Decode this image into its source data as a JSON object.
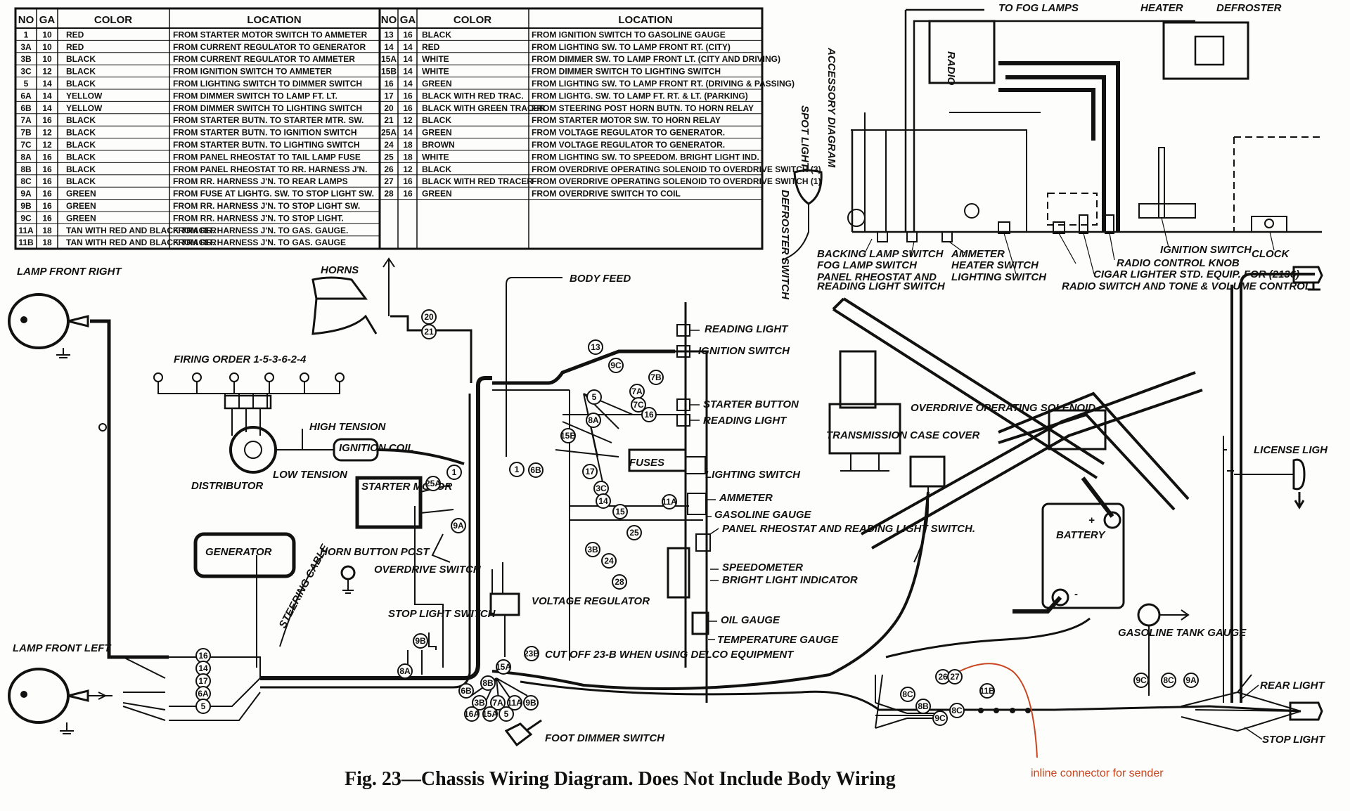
{
  "table": {
    "headers": [
      "NO",
      "GA",
      "COLOR",
      "LOCATION",
      "NO",
      "GA",
      "COLOR",
      "LOCATION"
    ],
    "left_rows": [
      [
        "1",
        "10",
        "RED",
        "FROM STARTER MOTOR SWITCH TO AMMETER"
      ],
      [
        "3A",
        "10",
        "RED",
        "FROM CURRENT REGULATOR TO GENERATOR"
      ],
      [
        "3B",
        "10",
        "BLACK",
        "FROM CURRENT REGULATOR TO AMMETER"
      ],
      [
        "3C",
        "12",
        "BLACK",
        "FROM IGNITION SWITCH TO AMMETER"
      ],
      [
        "5",
        "14",
        "BLACK",
        "FROM LIGHTING SWITCH TO DIMMER SWITCH"
      ],
      [
        "6A",
        "14",
        "YELLOW",
        "FROM DIMMER SWITCH TO LAMP FT. LT."
      ],
      [
        "6B",
        "14",
        "YELLOW",
        "FROM DIMMER SWITCH TO LIGHTING SWITCH"
      ],
      [
        "7A",
        "16",
        "BLACK",
        "FROM STARTER BUTN. TO STARTER MTR. SW."
      ],
      [
        "7B",
        "12",
        "BLACK",
        "FROM STARTER BUTN. TO IGNITION SWITCH"
      ],
      [
        "7C",
        "12",
        "BLACK",
        "FROM STARTER BUTN. TO LIGHTING SWITCH"
      ],
      [
        "8A",
        "16",
        "BLACK",
        "FROM PANEL RHEOSTAT TO TAIL LAMP FUSE"
      ],
      [
        "8B",
        "16",
        "BLACK",
        "FROM PANEL RHEOSTAT TO RR. HARNESS J'N."
      ],
      [
        "8C",
        "16",
        "BLACK",
        "FROM RR. HARNESS J'N. TO REAR LAMPS"
      ],
      [
        "9A",
        "16",
        "GREEN",
        "FROM FUSE AT LIGHTG. SW. TO STOP LIGHT SW."
      ],
      [
        "9B",
        "16",
        "GREEN",
        "FROM RR. HARNESS J'N. TO STOP LIGHT SW."
      ],
      [
        "9C",
        "16",
        "GREEN",
        "FROM RR. HARNESS J'N. TO STOP LIGHT."
      ],
      [
        "11A",
        "18",
        "TAN WITH RED AND BLACK TRACER",
        "FROM RR. HARNESS J'N. TO GAS. GAUGE."
      ],
      [
        "11B",
        "18",
        "TAN WITH RED AND BLACK TRACER",
        "FROM RR. HARNESS J'N. TO GAS. GAUGE"
      ]
    ],
    "right_rows": [
      [
        "13",
        "16",
        "BLACK",
        "FROM IGNITION SWITCH TO GASOLINE GAUGE"
      ],
      [
        "14",
        "14",
        "RED",
        "FROM LIGHTING SW. TO LAMP FRONT RT. (CITY)"
      ],
      [
        "15A",
        "14",
        "WHITE",
        "FROM DIMMER SW. TO LAMP FRONT LT. (CITY AND DRIVING)"
      ],
      [
        "15B",
        "14",
        "WHITE",
        "FROM DIMMER SWITCH TO LIGHTING SWITCH"
      ],
      [
        "16",
        "14",
        "GREEN",
        "FROM LIGHTING SW. TO LAMP FRONT RT. (DRIVING & PASSING)"
      ],
      [
        "17",
        "16",
        "BLACK WITH RED TRAC.",
        "FROM LIGHTG. SW. TO LAMP FT. RT. & LT. (PARKING)"
      ],
      [
        "20",
        "16",
        "BLACK WITH GREEN TRACER",
        "FROM STEERING POST HORN BUTN. TO HORN RELAY"
      ],
      [
        "21",
        "12",
        "BLACK",
        "FROM STARTER MOTOR SW. TO HORN RELAY"
      ],
      [
        "25A",
        "14",
        "GREEN",
        "FROM VOLTAGE REGULATOR TO GENERATOR."
      ],
      [
        "24",
        "18",
        "BROWN",
        "FROM VOLTAGE REGULATOR TO GENERATOR."
      ],
      [
        "25",
        "18",
        "WHITE",
        "FROM LIGHTING SW. TO SPEEDOM. BRIGHT LIGHT IND."
      ],
      [
        "26",
        "12",
        "BLACK",
        "FROM OVERDRIVE OPERATING SOLENOID TO OVERDRIVE SWITCH (3)"
      ],
      [
        "27",
        "16",
        "BLACK WITH RED TRACER",
        "FROM OVERDRIVE OPERATING SOLENOID TO OVERDRIVE SWITCH (1)"
      ],
      [
        "28",
        "16",
        "GREEN",
        "FROM OVERDRIVE SWITCH TO COIL"
      ]
    ]
  },
  "accessory": {
    "title": "ACCESSORY DIAGRAM",
    "to_fog_lamps": "TO FOG LAMPS",
    "heater": "HEATER",
    "defroster": "DEFROSTER",
    "radio": "RADIO",
    "spot_light": "SPOT LIGHT",
    "defroster_switch": "DEFROSTER SWITCH",
    "backing_lamp_switch": "BACKING LAMP SWITCH",
    "fog_lamp_switch": "FOG LAMP SWITCH",
    "panel_rheostat": "PANEL RHEOSTAT AND",
    "reading_light_switch": "READING LIGHT SWITCH",
    "ammeter": "AMMETER",
    "heater_switch": "HEATER SWITCH",
    "lighting_switch": "LIGHTING SWITCH",
    "radio_control_knob": "RADIO CONTROL KNOB",
    "cigar_lighter": "CIGAR LIGHTER STD. EQUIP. FOR (2136)",
    "radio_switch": "RADIO SWITCH AND TONE & VOLUME CONTROL",
    "ignition_switch": "IGNITION SWITCH",
    "clock": "CLOCK"
  },
  "labels": {
    "lamp_front_right": "LAMP FRONT RIGHT",
    "lamp_front_left": "LAMP FRONT LEFT",
    "horns": "HORNS",
    "body_feed": "BODY FEED",
    "firing_order": "FIRING ORDER 1-5-3-6-2-4",
    "high_tension": "HIGH TENSION",
    "low_tension": "LOW TENSION",
    "ignition_coil": "IGNITION COIL",
    "distributor": "DISTRIBUTOR",
    "starter_motor": "STARTER MOTOR",
    "generator": "GENERATOR",
    "horn_button_post": "HORN BUTTON POST",
    "steering_cable": "STEERING CABLE",
    "overdrive_switch": "OVERDRIVE SWITCH",
    "stop_light_switch": "STOP LIGHT SWITCH",
    "voltage_regulator": "VOLTAGE REGULATOR",
    "cut_off_note": "CUT OFF 23-B WHEN USING DELCO EQUIPMENT",
    "foot_dimmer_switch": "FOOT DIMMER SWITCH",
    "reading_light_1": "READING LIGHT",
    "ignition_switch": "IGNITION SWITCH",
    "starter_button": "STARTER BUTTON",
    "reading_light_2": "READING LIGHT",
    "lighting_switch": "LIGHTING SWITCH",
    "fuses": "FUSES",
    "ammeter": "AMMETER",
    "gasoline_gauge": "GASOLINE GAUGE",
    "panel_rheostat": "PANEL RHEOSTAT AND READING LIGHT SWITCH.",
    "speedometer": "SPEEDOMETER",
    "bright_light_indicator": "BRIGHT LIGHT INDICATOR",
    "oil_gauge": "OIL GAUGE",
    "temperature_gauge": "TEMPERATURE GAUGE",
    "transmission_case_cover": "TRANSMISSION CASE COVER",
    "overdrive_solenoid": "OVERDRIVE OPERATING SOLENOID",
    "battery": "BATTERY",
    "gasoline_tank_gauge": "GASOLINE TANK GAUGE",
    "license_light": "LICENSE LIGH",
    "rear_light": "REAR LIGHT",
    "stop_light": "STOP LIGHT"
  },
  "wire_numbers": [
    "20",
    "21",
    "13",
    "9C",
    "7B",
    "7A",
    "7C",
    "16",
    "5",
    "8A",
    "15B",
    "17",
    "6B",
    "1",
    "3C",
    "11A",
    "14",
    "15",
    "28",
    "25",
    "24",
    "3B",
    "1",
    "25A",
    "9A",
    "9B",
    "16",
    "14",
    "17",
    "6A",
    "5",
    "15A",
    "6B",
    "3B",
    "7A",
    "11A",
    "9B",
    "8C",
    "8B",
    "9C",
    "26",
    "27",
    "8C",
    "9C",
    "8C",
    "9A",
    "23B",
    "8A",
    "8B",
    "5",
    "15A",
    "16A",
    "11B"
  ],
  "caption": "Fig. 23—Chassis Wiring Diagram.   Does Not Include Body Wiring",
  "annotation": {
    "text": "inline connector for sender",
    "color": "#c8451f"
  }
}
